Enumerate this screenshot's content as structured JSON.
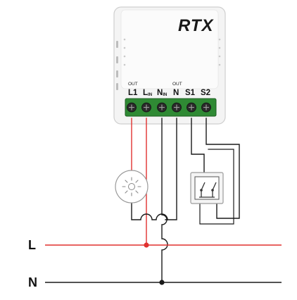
{
  "device": {
    "brand": "RTX",
    "out_label_l1": "OUT",
    "out_label_n": "OUT",
    "terminals": [
      {
        "label": "L1",
        "sub": ""
      },
      {
        "label": "L",
        "sub": "IN"
      },
      {
        "label": "N",
        "sub": "IN"
      },
      {
        "label": "N",
        "sub": ""
      },
      {
        "label": "S1",
        "sub": ""
      },
      {
        "label": "S2",
        "sub": ""
      }
    ]
  },
  "bus": {
    "line_label": "L",
    "neutral_label": "N"
  },
  "colors": {
    "live_wire": "#e0312f",
    "neutral_wire": "#1a1a1a",
    "connector": "#2f8a34",
    "housing": "#f4f4f4"
  },
  "components": {
    "lamp_icon": "light-bulb-icon",
    "switch_icon": "double-switch-icon"
  }
}
